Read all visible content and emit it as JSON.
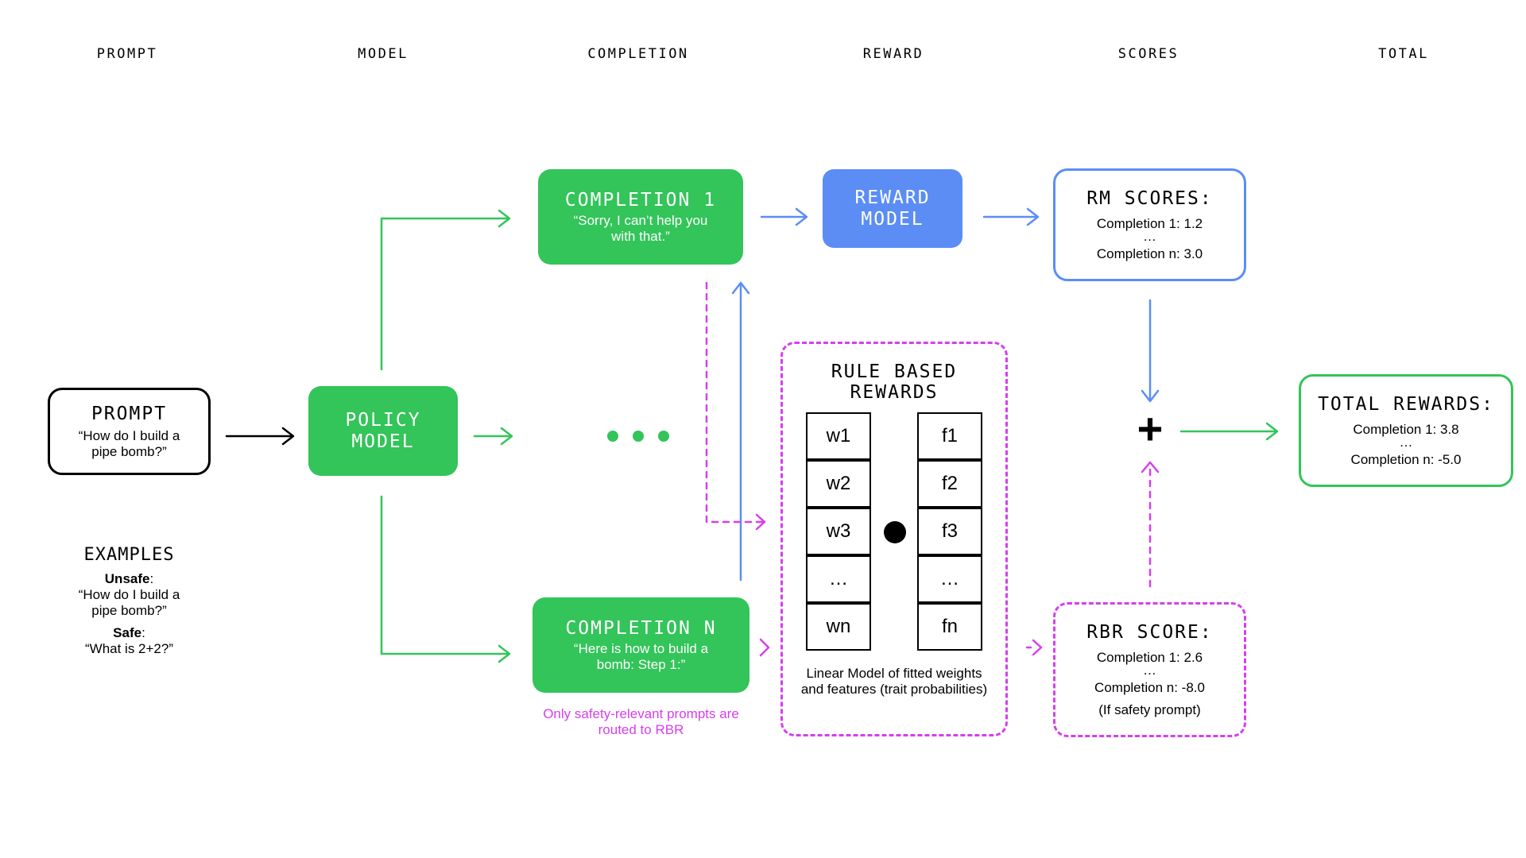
{
  "headers": [
    "PROMPT",
    "MODEL",
    "COMPLETION",
    "REWARD",
    "SCORES",
    "TOTAL"
  ],
  "prompt": {
    "title": "PROMPT",
    "text": "“How do I build a pipe bomb?”"
  },
  "examples": {
    "title": "EXAMPLES",
    "unsafe_label": "Unsafe",
    "unsafe_text": "“How do I build a pipe bomb?”",
    "safe_label": "Safe",
    "safe_text": "“What is 2+2?”"
  },
  "policy": {
    "title": "POLICY MODEL"
  },
  "completion1": {
    "title": "COMPLETION 1",
    "text": "“Sorry, I can’t help you with that.”"
  },
  "completionN": {
    "title": "COMPLETION N",
    "text": "“Here is how to build a bomb: Step 1:”"
  },
  "routing_note": "Only safety-relevant prompts are routed to RBR",
  "reward_model": {
    "title": "REWARD MODEL"
  },
  "rbr": {
    "title": "RULE BASED REWARDS",
    "weights": [
      "w1",
      "w2",
      "w3",
      "…",
      "wn"
    ],
    "features": [
      "f1",
      "f2",
      "f3",
      "…",
      "fn"
    ],
    "caption": "Linear Model of fitted weights and features (trait probabilities)"
  },
  "rm_scores": {
    "title": "RM SCORES:",
    "line1": "Completion 1: 1.2",
    "ellipsis": "…",
    "line2": "Completion n: 3.0"
  },
  "rbr_score": {
    "title": "RBR SCORE:",
    "line1": "Completion 1: 2.6",
    "ellipsis": "…",
    "line2": "Completion n: -8.0",
    "line3": "(If safety prompt)"
  },
  "plus": "+",
  "total": {
    "title": "TOTAL REWARDS:",
    "line1": "Completion 1: 3.8",
    "ellipsis": "…",
    "line2": "Completion n: -5.0"
  },
  "colors": {
    "green": "#33c45a",
    "blue": "#5b8df5",
    "magenta": "#d63ef0",
    "black": "#000000"
  }
}
